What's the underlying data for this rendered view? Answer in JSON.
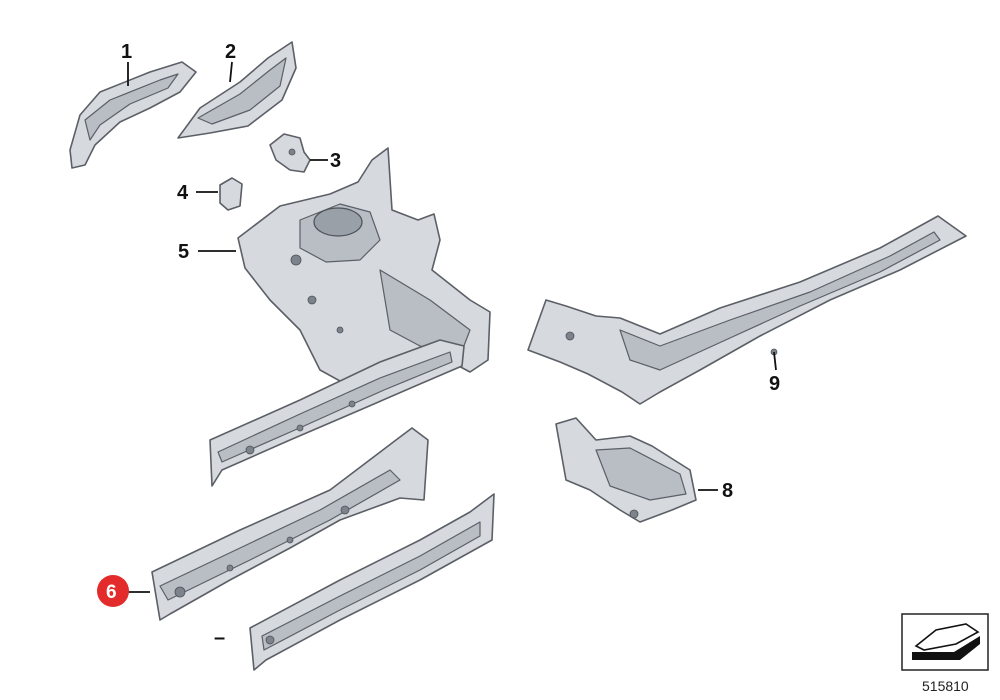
{
  "callouts": [
    {
      "id": "1",
      "label": "1"
    },
    {
      "id": "2",
      "label": "2"
    },
    {
      "id": "3",
      "label": "3"
    },
    {
      "id": "4",
      "label": "4"
    },
    {
      "id": "5",
      "label": "5"
    },
    {
      "id": "6",
      "label": "6",
      "highlighted": true
    },
    {
      "id": "7",
      "label": "–"
    },
    {
      "id": "8",
      "label": "8"
    },
    {
      "id": "9",
      "label": "9"
    }
  ],
  "highlight_color": "#e32b2b",
  "diagram_id": "515810",
  "corner_icon": "car-part-symbol-icon"
}
